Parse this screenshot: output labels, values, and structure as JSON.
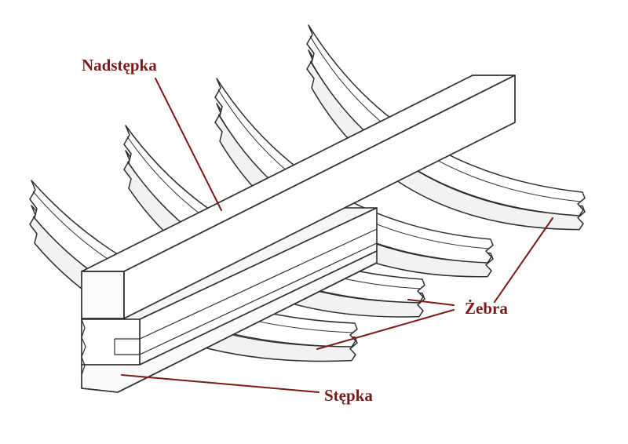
{
  "labels": {
    "keelson": "Nadstępka",
    "frames": "Żebra",
    "keel": "Stępka"
  },
  "colors": {
    "label": "#7a1a1a",
    "line": "#2e2e2e",
    "fill": "#ffffff",
    "shade": "#f2f2f2"
  }
}
